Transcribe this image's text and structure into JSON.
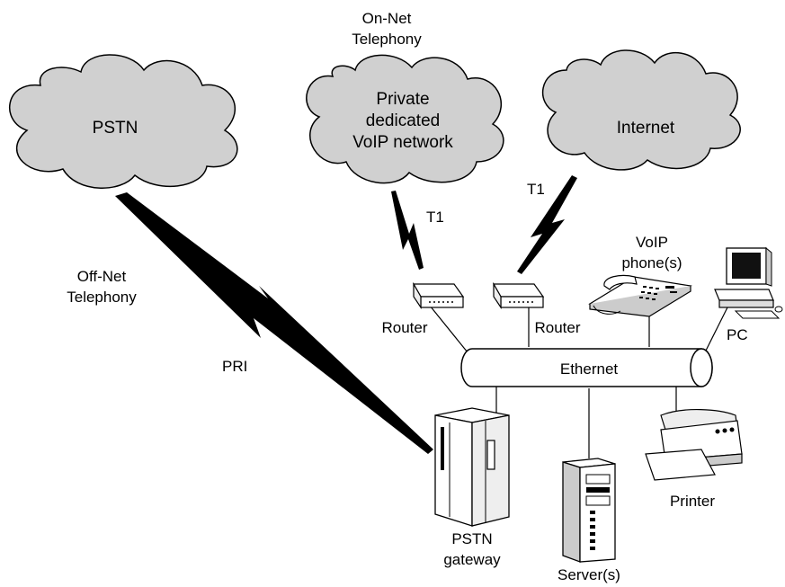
{
  "clouds": {
    "pstn": "PSTN",
    "private": [
      "Private",
      "dedicated",
      "VoIP network"
    ],
    "internet": "Internet"
  },
  "labels": {
    "on_net": [
      "On-Net",
      "Telephony"
    ],
    "off_net": [
      "Off-Net",
      "Telephony"
    ],
    "pri": "PRI",
    "t1_private": "T1",
    "t1_internet": "T1",
    "ethernet": "Ethernet",
    "router_1": "Router",
    "router_2": "Router",
    "voip_phone": [
      "VoIP",
      "phone(s)"
    ],
    "pc": "PC",
    "printer": "Printer",
    "pstn_gateway": [
      "PSTN",
      "gateway"
    ],
    "servers": "Server(s)"
  }
}
